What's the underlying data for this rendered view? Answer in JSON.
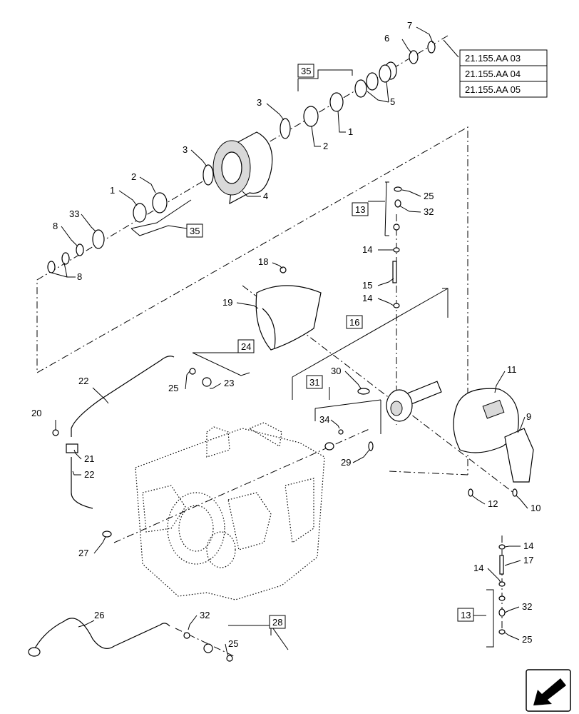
{
  "callouts": {
    "c1a": "1",
    "c1b": "1",
    "c2a": "2",
    "c2b": "2",
    "c3a": "3",
    "c3b": "3",
    "c4": "4",
    "c5": "5",
    "c6": "6",
    "c7": "7",
    "c8a": "8",
    "c8b": "8",
    "c9": "9",
    "c10": "10",
    "c11": "11",
    "c12": "12",
    "c14a": "14",
    "c14b": "14",
    "c14c": "14",
    "c14d": "14",
    "c15": "15",
    "c17": "17",
    "c18": "18",
    "c19": "19",
    "c20": "20",
    "c21": "21",
    "c22a": "22",
    "c22b": "22",
    "c23": "23",
    "c25a": "25",
    "c25b": "25",
    "c25c": "25",
    "c25d": "25",
    "c26": "26",
    "c27": "27",
    "c29": "29",
    "c30": "30",
    "c32a": "32",
    "c32b": "32",
    "c32c": "32",
    "c33": "33",
    "c34": "34"
  },
  "kits": {
    "k35a": "35",
    "k35b": "35",
    "k13a": "13",
    "k13b": "13",
    "k16": "16",
    "k24": "24",
    "k28": "28",
    "k31": "31"
  },
  "references": [
    "21.155.AA 03",
    "21.155.AA 04",
    "21.155.AA 05"
  ],
  "icons": {
    "corner": "arrow-icon"
  }
}
